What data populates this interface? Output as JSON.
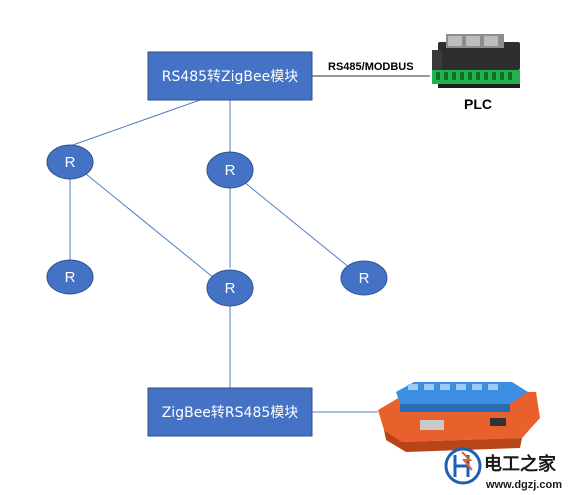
{
  "top_box": {
    "label": "RS485转ZigBee模块"
  },
  "bottom_box": {
    "label": "ZigBee转RS485模块"
  },
  "link": {
    "label": "RS485/MODBUS"
  },
  "plc": {
    "label": "PLC"
  },
  "router_nodes": [
    {
      "label": "R"
    },
    {
      "label": "R"
    },
    {
      "label": "R"
    },
    {
      "label": "R"
    },
    {
      "label": "R"
    }
  ],
  "watermark": {
    "name": "电工之家",
    "url": "www.dgzj.com"
  },
  "colors": {
    "box_fill": "#4472c4",
    "box_stroke": "#2f528f",
    "line": "#4f7ec4",
    "agv_orange": "#e8602c",
    "pallet_blue": "#5b9bd5"
  }
}
